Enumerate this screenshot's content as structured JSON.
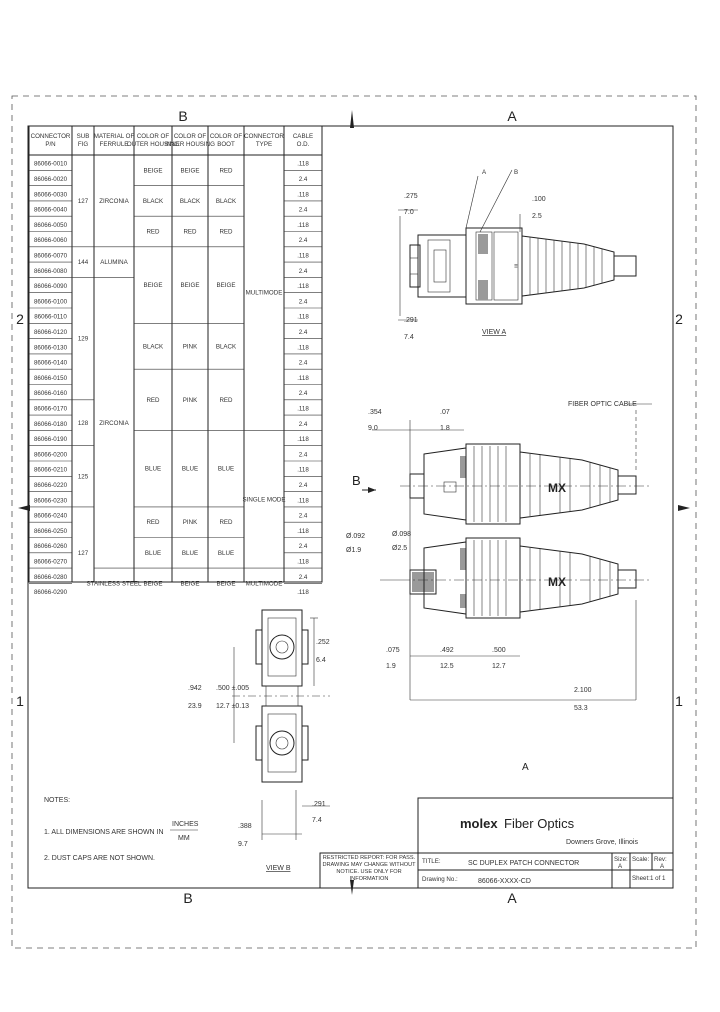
{
  "zones": {
    "top": [
      "B",
      "A"
    ],
    "bottom": [
      "B",
      "A"
    ],
    "left": [
      "2",
      "1"
    ],
    "right": [
      "2",
      "1"
    ]
  },
  "table": {
    "headers": [
      "CONNECTOR P/N",
      "SUB FIG",
      "MATERIAL OF FERRULE",
      "COLOR OF OUTER HOUSING",
      "COLOR OF INNER HOUSING",
      "COLOR OF BOOT",
      "CONNECTOR TYPE",
      "CABLE O.D."
    ],
    "part_numbers": [
      "86066-0010",
      "86066-0020",
      "86066-0030",
      "86066-0040",
      "86066-0050",
      "86066-0060",
      "86066-0070",
      "86066-0080",
      "86066-0090",
      "86066-0100",
      "86066-0110",
      "86066-0120",
      "86066-0130",
      "86066-0140",
      "86066-0150",
      "86066-0160",
      "86066-0170",
      "86066-0180",
      "86066-0190",
      "86066-0200",
      "86066-0210",
      "86066-0220",
      "86066-0230",
      "86066-0240",
      "86066-0250",
      "86066-0260",
      "86066-0270",
      "86066-0280",
      "86066-0290"
    ],
    "sub_figs": [
      "127",
      "144",
      "129",
      "128",
      "125",
      "127"
    ],
    "ferrule_materials": [
      "ZIRCONIA",
      "ALUMINA",
      "ZIRCONIA",
      "STAINLESS STEEL"
    ],
    "color_groups": [
      {
        "outer": "BEIGE",
        "inner": "BEIGE",
        "boot": "RED"
      },
      {
        "outer": "BLACK",
        "inner": "BLACK",
        "boot": "BLACK"
      },
      {
        "outer": "RED",
        "inner": "RED",
        "boot": "RED"
      },
      {
        "outer": "BEIGE",
        "inner": "BEIGE",
        "boot": "BEIGE"
      },
      {
        "outer": "BLACK",
        "inner": "PINK",
        "boot": "BLACK"
      },
      {
        "outer": "RED",
        "inner": "PINK",
        "boot": "RED"
      },
      {
        "outer": "BLUE",
        "inner": "BLUE",
        "boot": "BLUE"
      },
      {
        "outer": "RED",
        "inner": "PINK",
        "boot": "RED"
      },
      {
        "outer": "BLUE",
        "inner": "BLUE",
        "boot": "BLUE"
      },
      {
        "outer": "BEIGE",
        "inner": "BEIGE",
        "boot": "BEIGE"
      }
    ],
    "connector_types": [
      "MULTIMODE",
      "SINGLE MODE",
      "MULTIMODE"
    ],
    "cable_od": [
      ".118",
      "2.4"
    ]
  },
  "views": {
    "view_a_label": "VIEW A",
    "view_b_label": "VIEW B",
    "callout_a": "A",
    "callout_b": "B",
    "fiber_cable_label": "FIBER OPTIC CABLE",
    "section_marker": "B",
    "view_mark": "A",
    "logo_mark": "MX"
  },
  "dimensions": {
    "top_left": ".275",
    "top_left_mm": "7.0",
    "top_right": ".100",
    "top_right_mm": "2.5",
    "bottom_left": ".291",
    "bottom_left_mm": "7.4",
    "d354": ".354",
    "d354_mm": "9.0",
    "d07": ".07",
    "d07_mm": "1.8",
    "d092": "Ø.092",
    "d092_mm": "Ø1.9",
    "d098": "Ø.098",
    "d098_mm": "Ø2.5",
    "d075": ".075",
    "d075_mm": "1.9",
    "d492": ".492",
    "d492_mm": "12.5",
    "d500": ".500",
    "d500_mm": "12.7",
    "d2100": "2.100",
    "d2100_mm": "53.3",
    "d252": ".252",
    "d252_mm": "6.4",
    "d942": ".942",
    "d942_mm": "23.9",
    "d500ref": ".500 ±.005",
    "d500ref_mm": "12.7 ±0.13",
    "d291b": ".291",
    "d291b_mm": "7.4",
    "d388": ".388",
    "d388_mm": "9.7"
  },
  "notes": {
    "title": "NOTES:",
    "n1": "1. ALL DIMENSIONS ARE SHOWN IN",
    "n1_unit_top": "INCHES",
    "n1_unit_bottom": "MM",
    "n2": "2. DUST CAPS ARE NOT SHOWN."
  },
  "title_block": {
    "brand": "molex",
    "division": "Fiber Optics",
    "location": "Downers Grove, Illinois",
    "restriction": "RESTRICTED REPORT: FOR PASS. DRAWING MAY CHANGE WITHOUT NOTICE. USE ONLY FOR INFORMATION",
    "title_label": "TITLE:",
    "title_value": "SC DUPLEX PATCH CONNECTOR",
    "drawing_label": "Drawing No.:",
    "drawing_value": "86066-XXXX-CD",
    "size_label": "Size:",
    "size_value": "A",
    "scale_label": "Scale:",
    "rev_label": "Rev:",
    "rev_value": "A",
    "sheet_label": "Sheet:",
    "sheet_value": "1 of 1"
  }
}
